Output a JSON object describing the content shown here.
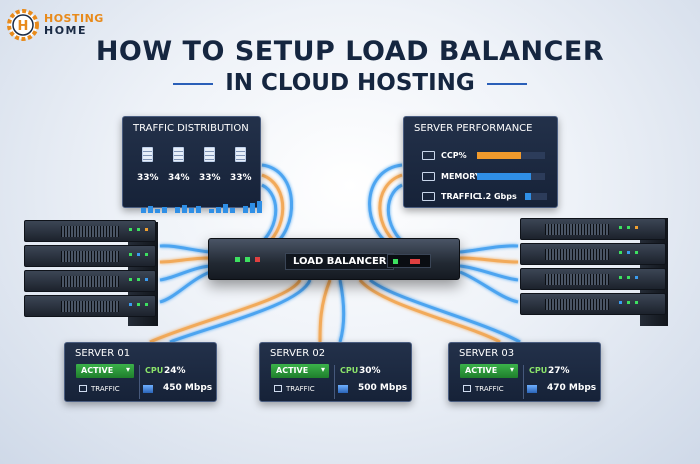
{
  "logo": {
    "line1": "HOSTING",
    "line2": "HOME",
    "monogram": "H"
  },
  "title": {
    "line1": "HOW TO SETUP LOAD BALANCER",
    "line2": "IN CLOUD HOSTING"
  },
  "traffic_distribution": {
    "title": "TRAFFIC DISTRIBUTION",
    "percentages": [
      "33%",
      "34%",
      "33%",
      "33%"
    ]
  },
  "server_performance": {
    "title": "SERVER PERFORMANCE",
    "rows": [
      {
        "label": "CCP%",
        "fill": 0.65,
        "color": "#f19a2c",
        "value": ""
      },
      {
        "label": "MEMORY",
        "fill": 0.8,
        "color": "#2f8fe6",
        "value": ""
      },
      {
        "label": "TRAFFIC",
        "fill": 0.0,
        "color": "#2f8fe6",
        "value": "1.2 Gbps"
      }
    ],
    "extra_fill": 0.3
  },
  "load_balancer": {
    "label": "LOAD BALANCER"
  },
  "servers": [
    {
      "title": "SERVER 01",
      "status": "ACTIVE",
      "cpu_label": "CPU",
      "cpu": "24%",
      "traffic_label": "TRAFFIC",
      "speed": "450 Mbps"
    },
    {
      "title": "SERVER 02",
      "status": "ACTIVE",
      "cpu_label": "CPU",
      "cpu": "30%",
      "traffic_label": "TRAFFIC",
      "speed": "500 Mbps"
    },
    {
      "title": "SERVER 03",
      "status": "ACTIVE",
      "cpu_label": "CPU",
      "cpu": "27%",
      "traffic_label": "TRAFFIC",
      "speed": "470 Mbps"
    }
  ],
  "colors": {
    "brand_orange": "#e88a1a",
    "navy": "#152640",
    "flow_blue": "#3a9cf0",
    "flow_orange": "#f2a24a",
    "active_green": "#2f9a3c"
  }
}
